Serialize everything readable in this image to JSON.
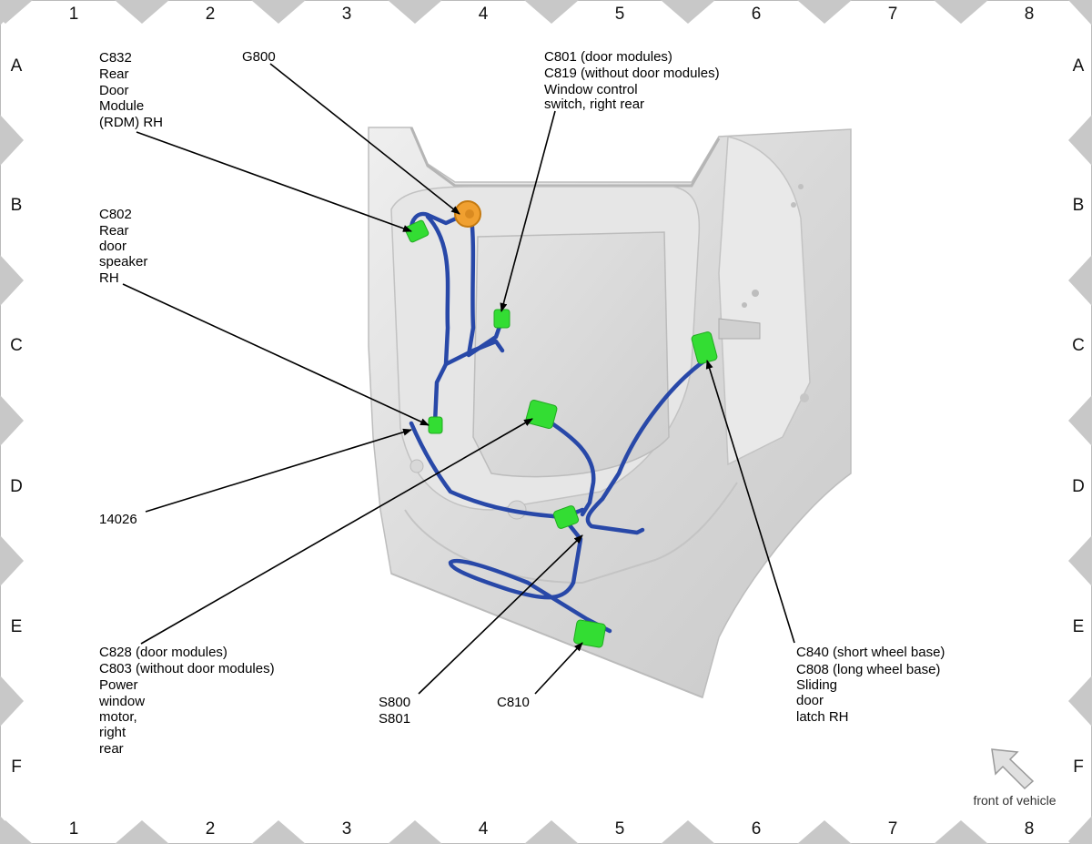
{
  "grid": {
    "columns": [
      "1",
      "2",
      "3",
      "4",
      "5",
      "6",
      "7",
      "8"
    ],
    "rows": [
      "A",
      "B",
      "C",
      "D",
      "E",
      "F"
    ]
  },
  "callouts": {
    "c832": [
      "C832",
      "Rear",
      "Door",
      "Module",
      "(RDM) RH"
    ],
    "g800": [
      "G800"
    ],
    "c801": [
      "C801 (door modules)",
      "C819 (without door modules)",
      "Window control",
      "switch, right rear"
    ],
    "c802": [
      "C802",
      "Rear",
      "door",
      "speaker",
      "RH"
    ],
    "n14026": [
      "14026"
    ],
    "c828": [
      "C828 (door modules)",
      "C803 (without door modules)",
      "Power",
      "window",
      "motor,",
      "right",
      "rear"
    ],
    "s800": [
      "S800",
      "S801"
    ],
    "c810": [
      "C810"
    ],
    "c840": [
      "C840 (short wheel base)",
      "C808 (long wheel base)",
      "Sliding",
      "door",
      "latch RH"
    ]
  },
  "legend": {
    "front_label": "front of vehicle"
  },
  "colors": {
    "harness": "#2848a8",
    "connector": "#33dd33",
    "ground": "#f0a030",
    "panel": "#dadada",
    "border_triangle": "#c8c8c8"
  }
}
